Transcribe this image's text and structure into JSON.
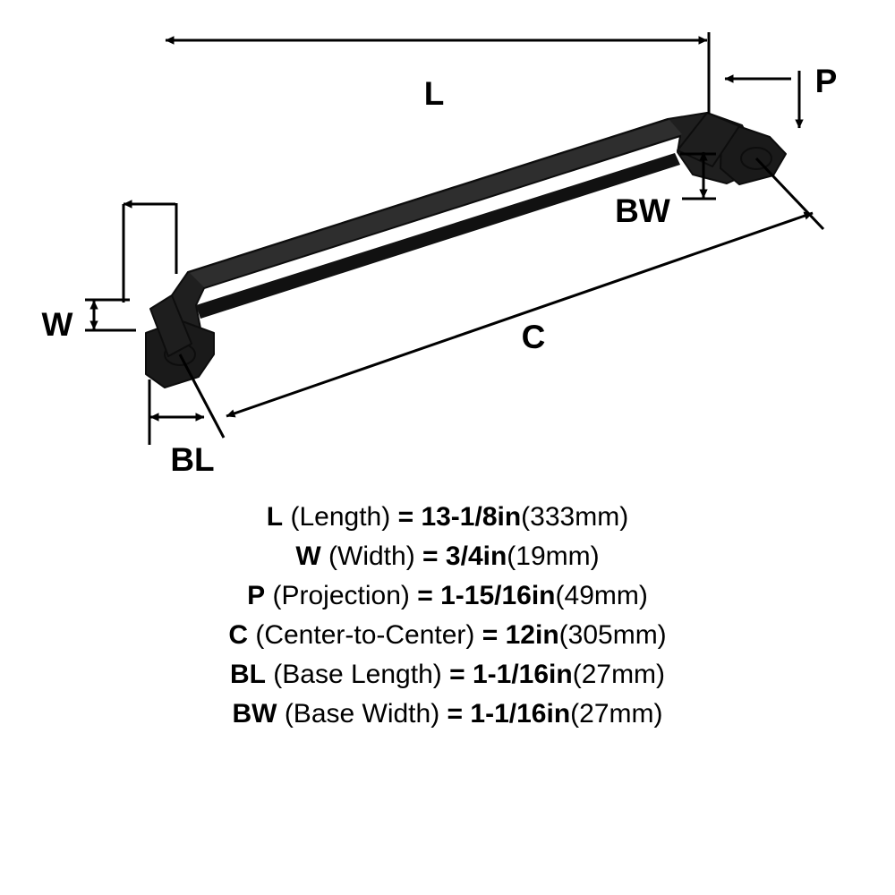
{
  "diagram": {
    "title": "Cabinet pull dimension diagram",
    "product_color": "#1a1a1a",
    "line_color": "#000000",
    "labels": {
      "L": "L",
      "W": "W",
      "P": "P",
      "C": "C",
      "BL": "BL",
      "BW": "BW"
    }
  },
  "specs": [
    {
      "symbol": "L",
      "name": "(Length)",
      "eq": "=",
      "value": "13-1/8in",
      "metric": "(333mm)"
    },
    {
      "symbol": "W",
      "name": "(Width)",
      "eq": "=",
      "value": "3/4in",
      "metric": "(19mm)"
    },
    {
      "symbol": "P",
      "name": "(Projection)",
      "eq": "=",
      "value": "1-15/16in",
      "metric": "(49mm)"
    },
    {
      "symbol": "C",
      "name": "(Center-to-Center)",
      "eq": "=",
      "value": "12in",
      "metric": "(305mm)"
    },
    {
      "symbol": "BL",
      "name": "(Base Length)",
      "eq": "=",
      "value": "1-1/16in",
      "metric": "(27mm)"
    },
    {
      "symbol": "BW",
      "name": "(Base Width)",
      "eq": "=",
      "value": "1-1/16in",
      "metric": "(27mm)"
    }
  ]
}
